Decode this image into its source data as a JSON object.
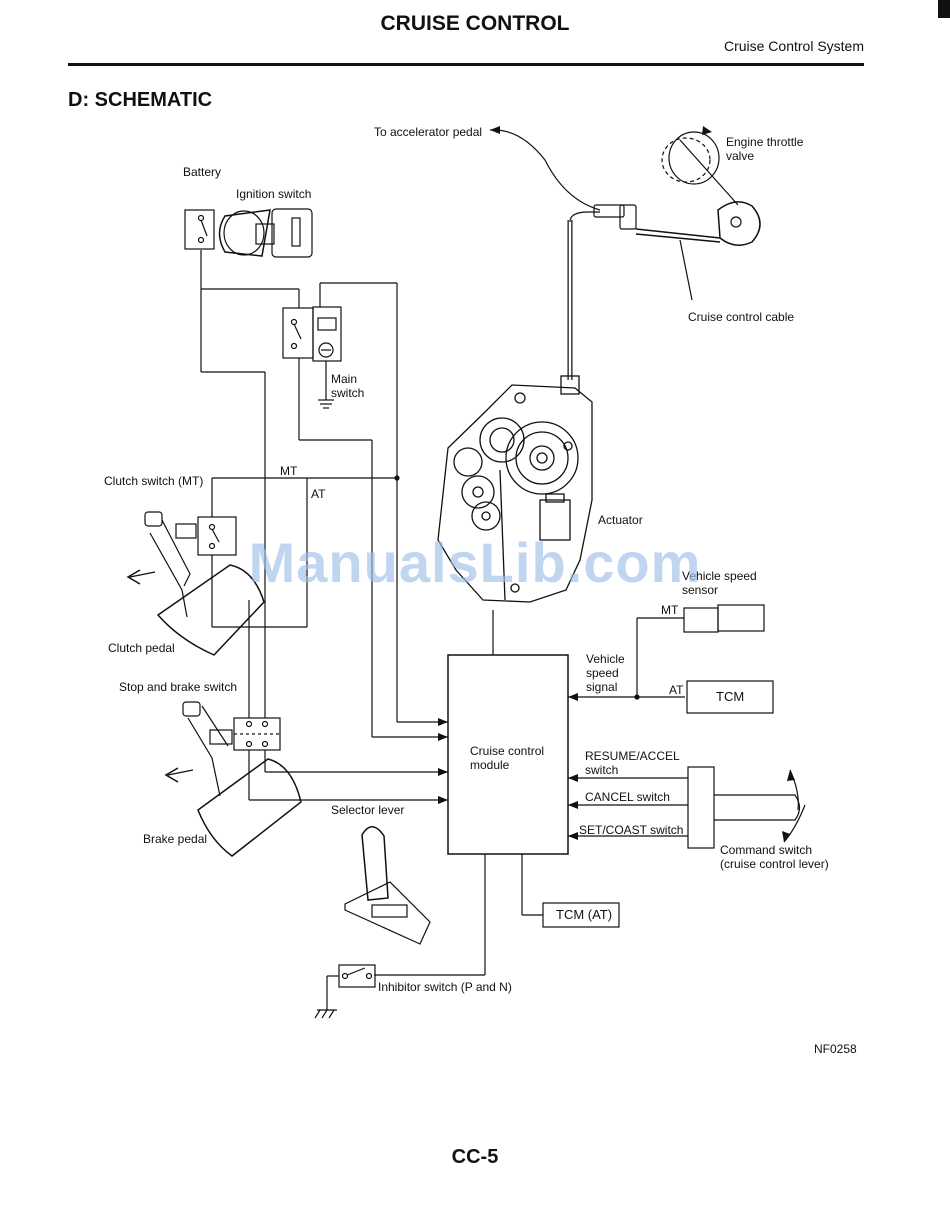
{
  "header": {
    "title": "CRUISE CONTROL",
    "subtitle": "Cruise Control System"
  },
  "section_title": "D: SCHEMATIC",
  "labels": {
    "to_accelerator_pedal": "To accelerator pedal",
    "engine_throttle_valve_1": "Engine throttle",
    "engine_throttle_valve_2": "valve",
    "battery": "Battery",
    "ignition_switch": "Ignition switch",
    "cruise_control_cable": "Cruise control cable",
    "main_switch_1": "Main",
    "main_switch_2": "switch",
    "clutch_switch": "Clutch switch (MT)",
    "mt_top": "MT",
    "at_top": "AT",
    "actuator": "Actuator",
    "vehicle_speed_sensor_1": "Vehicle speed",
    "vehicle_speed_sensor_2": "sensor",
    "mt_right": "MT",
    "clutch_pedal": "Clutch pedal",
    "vehicle_speed_signal_1": "Vehicle",
    "vehicle_speed_signal_2": "speed",
    "vehicle_speed_signal_3": "signal",
    "at_right": "AT",
    "tcm": "TCM",
    "stop_brake_switch": "Stop and brake switch",
    "cruise_control_module_1": "Cruise control",
    "cruise_control_module_2": "module",
    "resume_accel_1": "RESUME/ACCEL",
    "resume_accel_2": "switch",
    "cancel_switch": "CANCEL switch",
    "set_coast_switch": "SET/COAST switch",
    "selector_lever": "Selector lever",
    "brake_pedal": "Brake pedal",
    "command_switch_1": "Command switch",
    "command_switch_2": "(cruise control lever)",
    "tcm_at": "TCM (AT)",
    "inhibitor_switch": "Inhibitor switch (P and N)",
    "figure_code": "NF0258"
  },
  "watermark": "ManualsLib.com",
  "footer": {
    "page_number": "CC-5"
  }
}
